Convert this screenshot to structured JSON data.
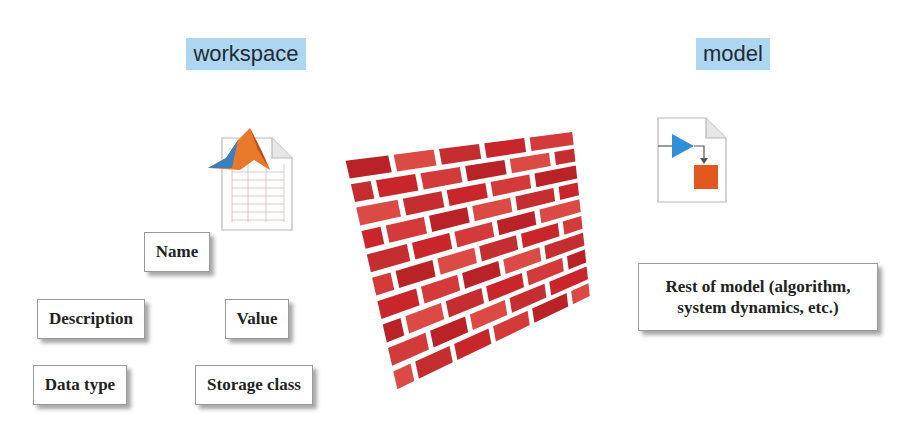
{
  "diagram": {
    "nodes": [
      {
        "text": [
          "workspace"
        ]
      },
      {
        "text": [
          "model"
        ]
      },
      {
        "text": [
          "Name"
        ]
      },
      {
        "text": [
          "Description"
        ]
      },
      {
        "text": [
          "Value"
        ]
      },
      {
        "text": [
          "Data type"
        ]
      },
      {
        "text": [
          "Storage class"
        ]
      },
      {
        "text": [
          "Rest of model (algorithm, system dynamics, etc.)"
        ]
      }
    ]
  }
}
